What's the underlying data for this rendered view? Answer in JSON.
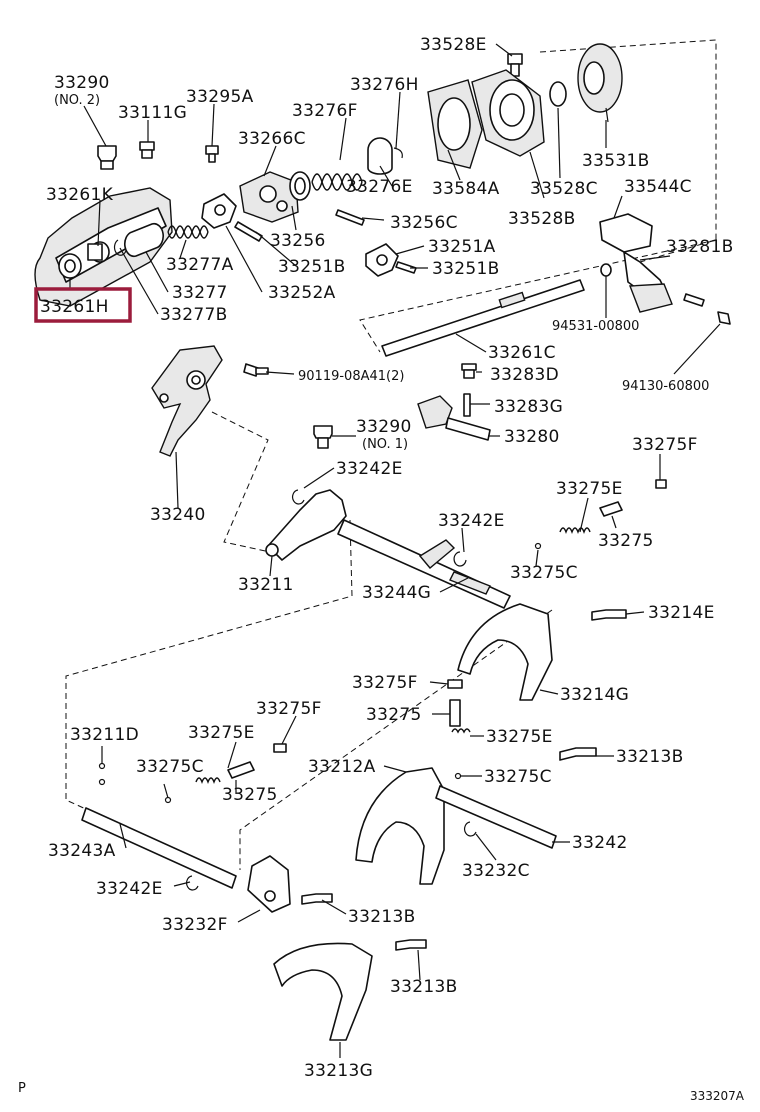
{
  "labels": {
    "p33290_no2": "33290",
    "p33290_no2_note": "(NO. 2)",
    "p33111G": "33111G",
    "p33295A": "33295A",
    "p33276H": "33276H",
    "p33276F": "33276F",
    "p33266C": "33266C",
    "p33528E": "33528E",
    "p33531B": "33531B",
    "p33584A": "33584A",
    "p33528C": "33528C",
    "p33528B": "33528B",
    "p33544C": "33544C",
    "p33276E": "33276E",
    "p33256C": "33256C",
    "p33261K": "33261K",
    "p33256": "33256",
    "p33251A": "33251A",
    "p33251B_a": "33251B",
    "p33251B_b": "33251B",
    "p33277A": "33277A",
    "p33277": "33277",
    "p33252A": "33252A",
    "p33261H": "33261H",
    "p33277B": "33277B",
    "p33281B": "33281B",
    "p94531": "94531-00800",
    "p33261C": "33261C",
    "p94130": "94130-60800",
    "p90119": "90119-08A41(2)",
    "p33283D": "33283D",
    "p33283G": "33283G",
    "p33290_no1": "33290",
    "p33290_no1_note": "(NO. 1)",
    "p33280": "33280",
    "p33275F_a": "33275F",
    "p33242E_a": "33242E",
    "p33275E_a": "33275E",
    "p33240": "33240",
    "p33242E_b": "33242E",
    "p33275_a": "33275",
    "p33275C_a": "33275C",
    "p33211": "33211",
    "p33244G": "33244G",
    "p33214E": "33214E",
    "p33275F_b": "33275F",
    "p33214G": "33214G",
    "p33275_b": "33275",
    "p33275E_b": "33275E",
    "p33211D": "33211D",
    "p33275E_c": "33275E",
    "p33275F_c": "33275F",
    "p33212A": "33212A",
    "p33213B_a": "33213B",
    "p33275C_b": "33275C",
    "p33275_c": "33275",
    "p33275C_c": "33275C",
    "p33243A": "33243A",
    "p33242": "33242",
    "p33232C": "33232C",
    "p33242E_c": "33242E",
    "p33213B_b": "33213B",
    "p33232F": "33232F",
    "p33213B_c": "33213B",
    "p33213G": "33213G",
    "corner_p": "P",
    "figure_id": "333207A"
  },
  "highlight": {
    "part": "33261H",
    "color": "#9b1c3c"
  }
}
